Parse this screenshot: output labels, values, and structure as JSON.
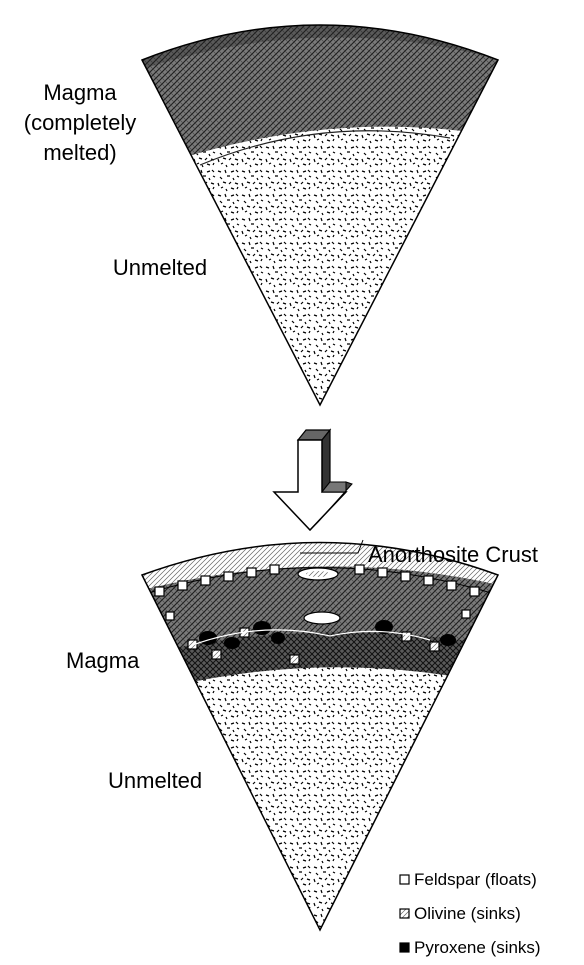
{
  "diagram": {
    "top_panel": {
      "magma_label_lines": [
        "Magma",
        "(completely",
        "melted)"
      ],
      "unmelted_label": "Unmelted"
    },
    "bottom_panel": {
      "crust_label": "Anorthosite Crust",
      "magma_label": "Magma",
      "unmelted_label": "Unmelted"
    },
    "legend": [
      {
        "label": "Feldspar (floats)",
        "symbol": "open-square",
        "color": "#ffffff"
      },
      {
        "label": "Olivine (sinks)",
        "symbol": "hatched-square",
        "color": "#888888"
      },
      {
        "label": "Pyroxene (sinks)",
        "symbol": "filled-square",
        "color": "#000000"
      }
    ]
  }
}
